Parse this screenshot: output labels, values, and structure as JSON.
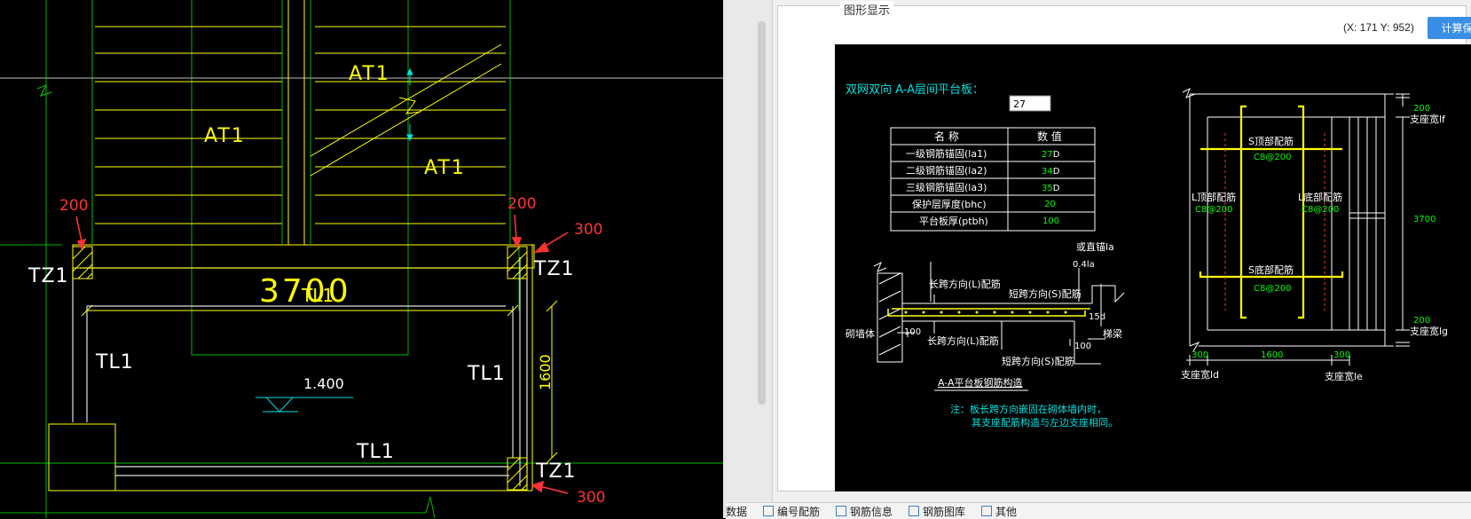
{
  "left_cad": {
    "labels": {
      "at1_a": "AT1",
      "at1_b": "AT1",
      "at1_c": "AT1",
      "dim_200_left": "200",
      "dim_200_right": "200",
      "dim_300_top": "300",
      "dim_300_bottom": "300",
      "dim_3700": "3700",
      "tl1_overlap": "TL1",
      "tz1_left": "TZ1",
      "tz1_right_top": "TZ1",
      "tz1_right_bottom": "TZ1",
      "tl1_left": "TL1",
      "tl1_right": "TL1",
      "tl1_bottom": "TL1",
      "dim_1600": "1600",
      "elev": "1.400"
    }
  },
  "right_panel": {
    "panel_title": "图形显示",
    "coordinates": "(X: 171 Y: 952)",
    "calc_button": "计算保存",
    "drawing": {
      "title": "双网双向 A-A层间平台板：",
      "input_value": "27",
      "table": {
        "headers": [
          "名 称",
          "数 值"
        ],
        "rows": [
          {
            "name": "一级钢筋锚固(la1)",
            "value": "27",
            "unit": "D"
          },
          {
            "name": "二级钢筋锚固(la2)",
            "value": "34",
            "unit": "D"
          },
          {
            "name": "三级钢筋锚固(la3)",
            "value": "35",
            "unit": "D"
          },
          {
            "name": "保护层厚度(bhc)",
            "value": "20",
            "unit": ""
          },
          {
            "name": "平台板厚(ptbh)",
            "value": "100",
            "unit": ""
          }
        ]
      },
      "section": {
        "or_anchor": "或直锚la",
        "len_04la": "0.4la",
        "long_top": "长跨方向(L)配筋",
        "short_top": "短跨方向(S)配筋",
        "bend_15d": "15d",
        "wall": "砌墙体",
        "w100": "100",
        "long_bottom": "长跨方向(L)配筋",
        "b100": "100",
        "stair_beam": "梯梁",
        "short_bottom": "短跨方向(S)配筋",
        "caption": "A-A平台板钢筋构造"
      },
      "note_1": "注：板长跨方向嵌固在砌体墙内时，",
      "note_2": "其支座配筋构造与左边支座相同。",
      "plan": {
        "d200_top": "200",
        "support_lf": "支座宽lf",
        "s_top": "S顶部配筋",
        "s_top_spec": "C8@200",
        "l_top": "L顶部配筋",
        "l_top_spec": "C8@200",
        "l_bottom": "L底部配筋",
        "l_bottom_spec": "C8@200",
        "d3700": "3700",
        "s_bottom": "S底部配筋",
        "s_bottom_spec": "C8@200",
        "d200_bottom": "200",
        "support_lg": "支座宽lg",
        "d300_left": "300",
        "d1600": "1600",
        "d300_right": "300",
        "support_ld": "支座宽ld",
        "support_le": "支座宽le"
      }
    },
    "bottom_tabs": [
      "数据",
      "编号配筋",
      "钢筋信息",
      "钢筋图库",
      "其他"
    ]
  },
  "colors": {
    "cad_bg": "#000000",
    "cad_yellow": "#ffff00",
    "cad_green": "#00ff00",
    "cad_red": "#ff3333",
    "cad_white": "#ffffff",
    "cad_cyan": "#00ffff",
    "accent_button": "#3a8ee6"
  }
}
